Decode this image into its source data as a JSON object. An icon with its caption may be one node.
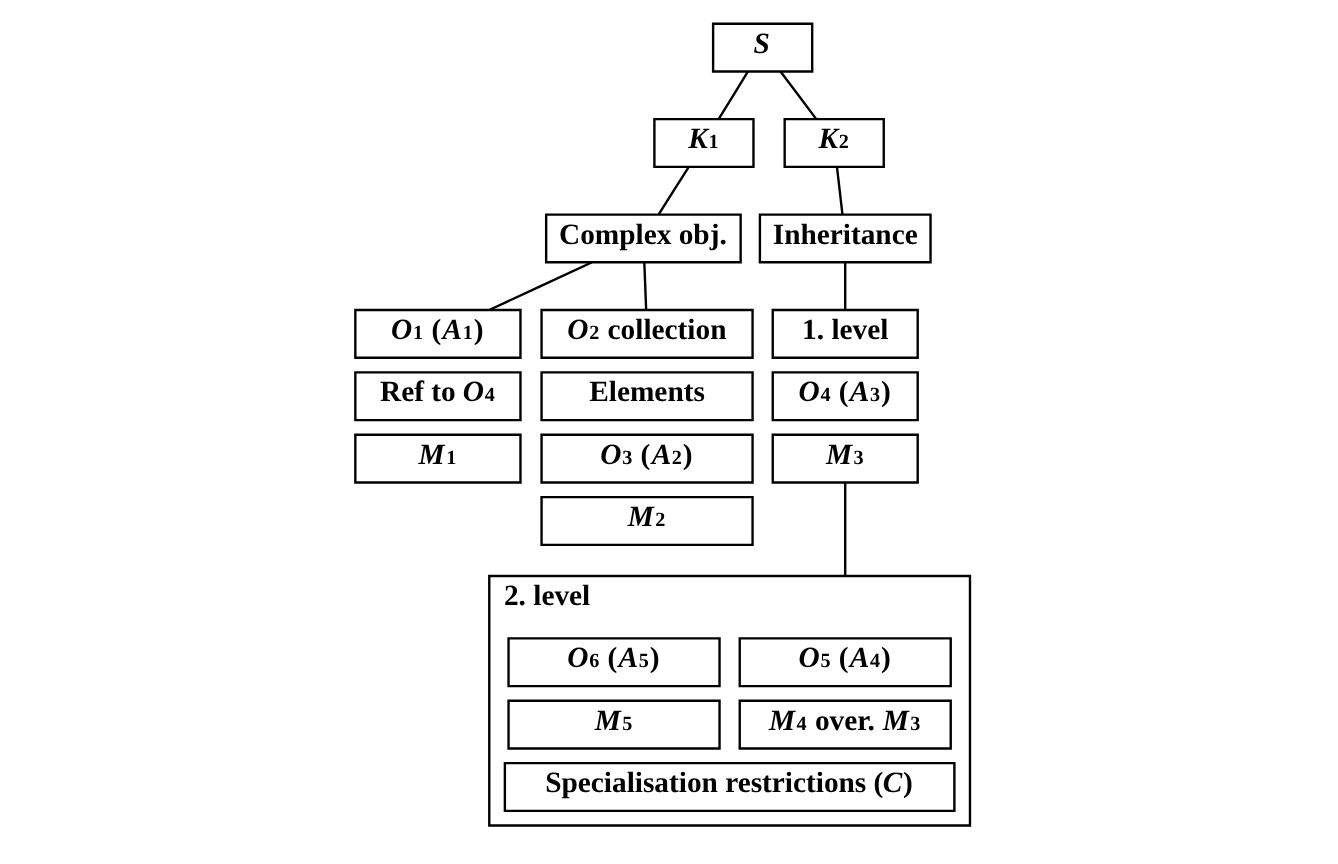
{
  "diagram": {
    "nodes": [
      {
        "text": [
          "*S*"
        ]
      },
      {
        "text": [
          "*K*$_{1}$"
        ]
      },
      {
        "text": [
          "*K*$_{2}$"
        ]
      },
      {
        "text": [
          "Complex obj."
        ]
      },
      {
        "text": [
          "Inheritance"
        ]
      },
      {
        "text": [
          "*O*$_{1}$ (*A*$_{1}$)"
        ]
      },
      {
        "text": [
          "Ref to *O*$_{4}$"
        ]
      },
      {
        "text": [
          "*M*$_{1}$"
        ]
      },
      {
        "text": [
          "*O*$_{2}$ collection"
        ]
      },
      {
        "text": [
          "Elements"
        ]
      },
      {
        "text": [
          "*O*$_{3}$ (*A*$_{2}$)"
        ]
      },
      {
        "text": [
          "*M*$_{2}$"
        ]
      },
      {
        "text": [
          "1. level"
        ]
      },
      {
        "text": [
          "*O*$_{4}$ (*A*$_{3}$)"
        ]
      },
      {
        "text": [
          "*M*$_{3}$"
        ]
      },
      {
        "text": [
          "2. level"
        ]
      },
      {
        "text": [
          "*O*$_{5}$ (*A*$_{4}$)"
        ],
        "in": 15
      },
      {
        "text": [
          "*M*$_{4}$ over. *M*$_{3}$"
        ],
        "in": 15
      },
      {
        "text": [
          "*O*$_{6}$ (*A*$_{5}$)"
        ],
        "in": 15
      },
      {
        "text": [
          "*M*$_{5}$"
        ],
        "in": 15
      },
      {
        "text": [
          "Specialisation restrictions (*C*)"
        ],
        "in": 15
      }
    ],
    "edges": [
      {
        "from": 0,
        "to": 1,
        "arrow": "none"
      },
      {
        "from": 0,
        "to": 2,
        "arrow": "none"
      },
      {
        "from": 1,
        "to": 3,
        "arrow": "none"
      },
      {
        "from": 2,
        "to": 4,
        "arrow": "none"
      },
      {
        "from": 3,
        "to": 5,
        "arrow": "none"
      },
      {
        "from": 3,
        "to": 8,
        "arrow": "none"
      },
      {
        "from": 4,
        "to": 12,
        "arrow": "none"
      },
      {
        "from": 14,
        "to": 15,
        "arrow": "none"
      }
    ]
  }
}
